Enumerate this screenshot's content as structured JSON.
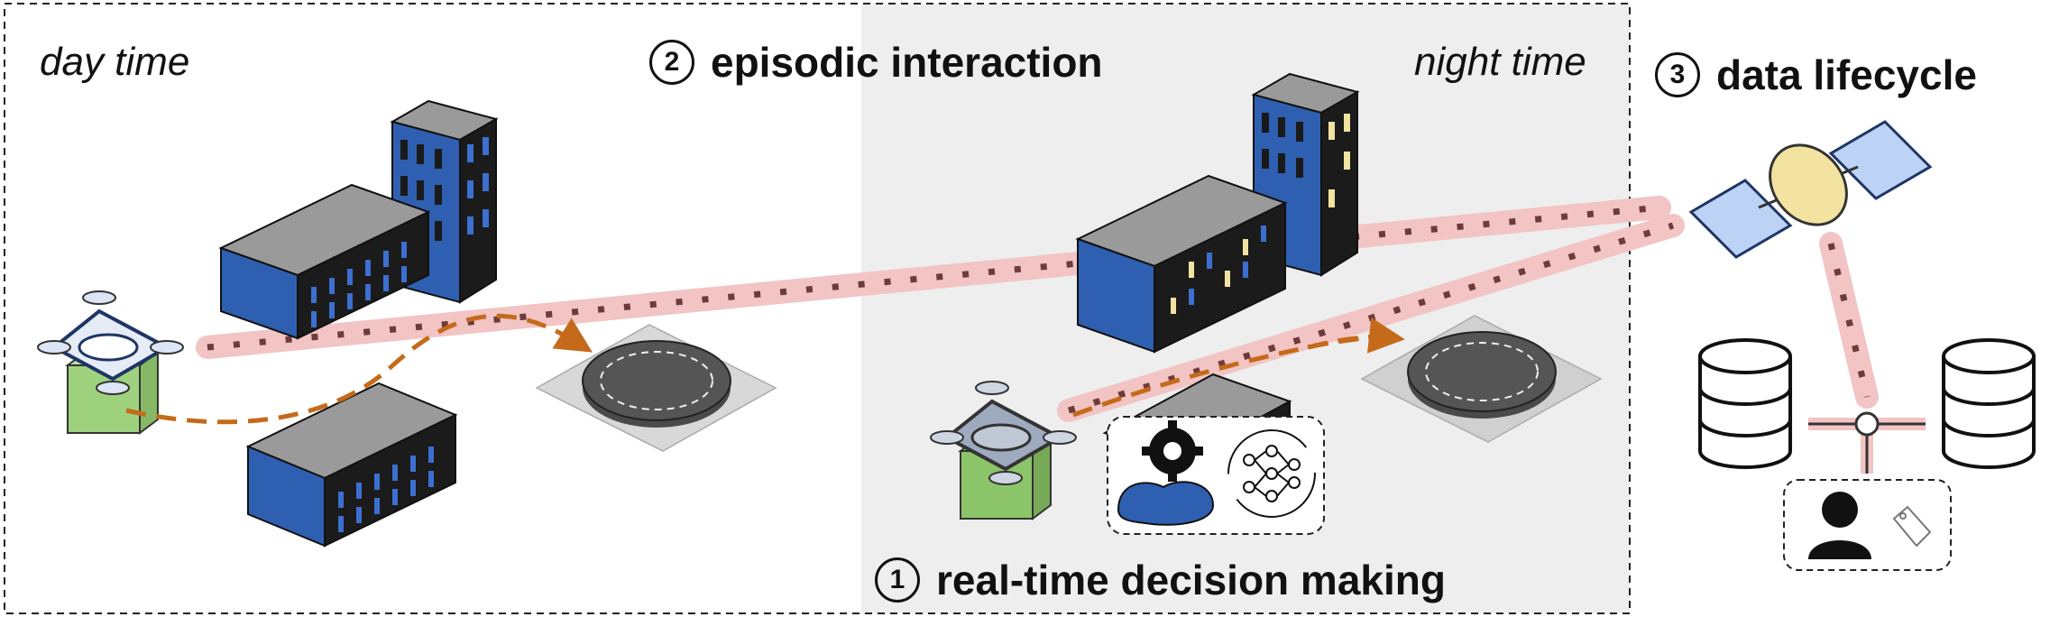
{
  "labels": {
    "day": "day time",
    "night": "night time",
    "episodic": {
      "num": "2",
      "text": "episodic interaction"
    },
    "lifecycle": {
      "num": "3",
      "text": "data lifecycle"
    },
    "realtime": {
      "num": "1",
      "text": "real-time decision making"
    }
  },
  "colors": {
    "night_bg": "#eeeeee",
    "building": "#2f5fb0",
    "window_dark": "#1a1a1a",
    "window_lit": "#f3e3a0",
    "link": "#f2c4c4",
    "trajectory": "#c56a1a",
    "drone_box": "#9fd27e"
  },
  "icons": [
    "drone-icon",
    "building-icon",
    "helipad-icon",
    "satellite-icon",
    "database-icon",
    "user-icon",
    "tag-icon",
    "gear-brain-icon",
    "neural-network-icon"
  ]
}
